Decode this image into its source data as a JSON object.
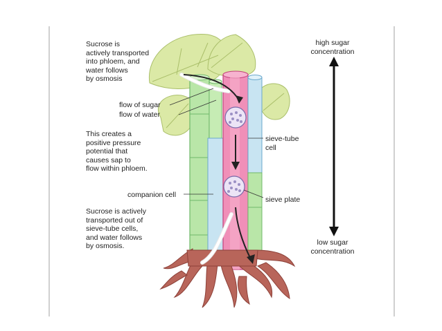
{
  "labels": {
    "top_left": "Sucrose is\nactively transported\ninto phloem, and\nwater follows\nby osmosis",
    "flow_sugar": "flow of sugar",
    "flow_water": "flow of water",
    "middle_left": "This creates a\npositive pressure\npotential that\ncauses sap to\nflow within phloem.",
    "companion_cell": "companion cell",
    "bottom_left": "Sucrose is actively\ntransported out of\nsieve-tube cells,\nand water follows\nby osmosis.",
    "high_sugar": "high sugar\nconcentration",
    "sieve_tube_cell": "sieve-tube\ncell",
    "sieve_plate": "sieve plate",
    "low_sugar": "low sugar\nconcentration"
  },
  "colors": {
    "leaf": "#dbe9a6",
    "leaf_vein": "#aabf6a",
    "companion_green": "#b9e6a8",
    "companion_outline": "#6fb86a",
    "sieve_pink": "#f08fb8",
    "sieve_outline": "#c2407a",
    "xylem_blue": "#c8e4f2",
    "xylem_outline": "#6aa8cc",
    "roots": "#b8655a",
    "roots_dark": "#8c4038",
    "arrow_dark": "#222222",
    "sieve_plate": "#9b8fc4"
  }
}
